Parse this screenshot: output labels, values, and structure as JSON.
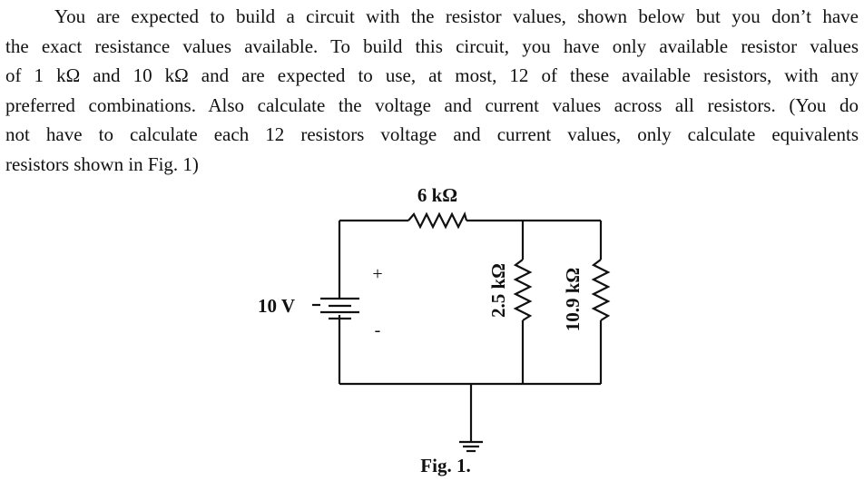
{
  "problem": {
    "lines": [
      "You are expected to build a circuit with the resistor values, shown below but you don’t have",
      "the exact resistance values available. To build this circuit, you have only available resistor values",
      "of 1 kΩ and 10 kΩ and are expected to use, at most, 12 of these available resistors, with any",
      "preferred combinations. Also calculate the voltage and current values across all resistors. (You do",
      "not have to calculate each 12 resistors voltage and current values, only calculate equivalents",
      "resistors shown in Fig. 1)"
    ]
  },
  "circuit": {
    "source_label": "10 V",
    "plus_sign": "+",
    "minus_sign": "-",
    "r_series_label": "6 kΩ",
    "r_parallel1_label": "2.5 kΩ",
    "r_parallel2_label": "10.9 kΩ",
    "caption": "Fig. 1."
  }
}
